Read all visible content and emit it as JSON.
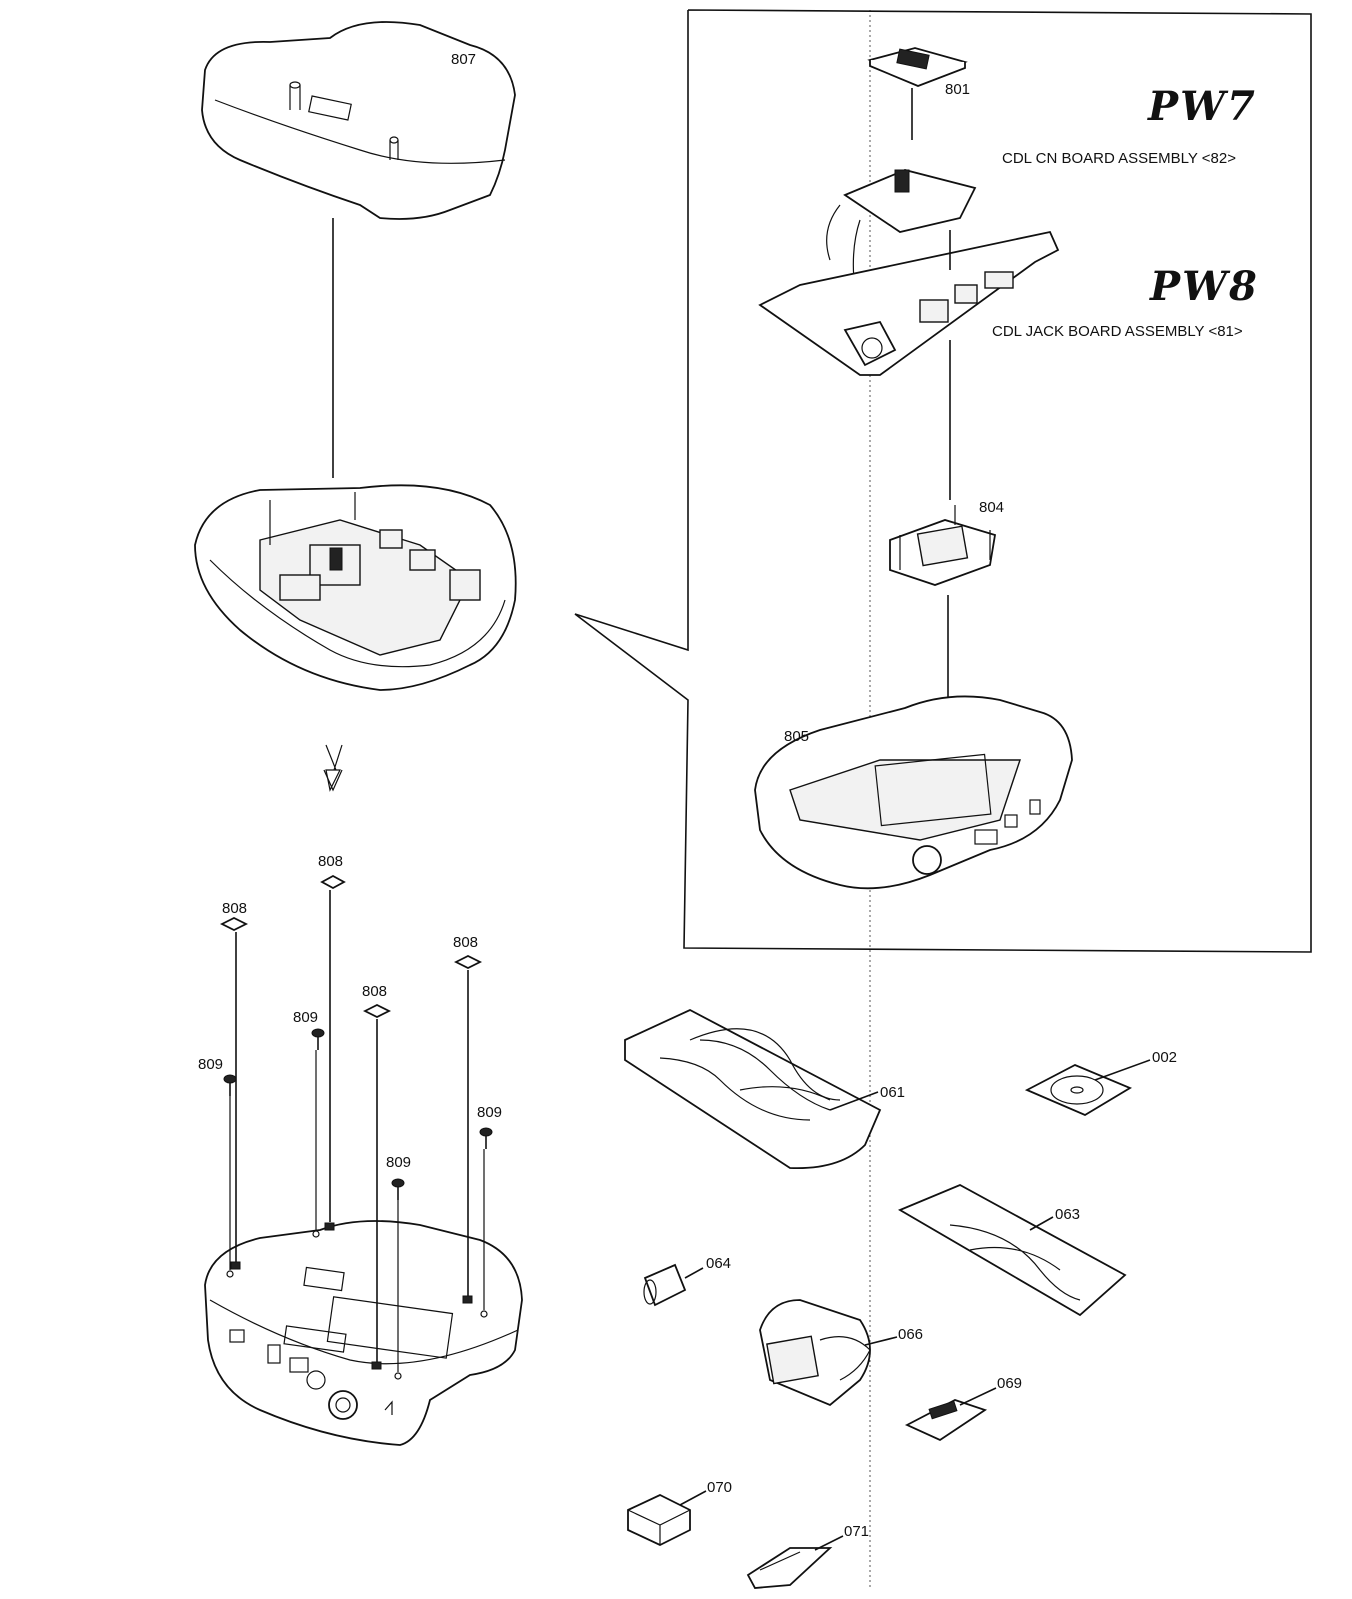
{
  "labels": {
    "p807": "807",
    "p801": "801",
    "p804": "804",
    "p805": "805",
    "p808a": "808",
    "p808b": "808",
    "p808c": "808",
    "p808d": "808",
    "p809a": "809",
    "p809b": "809",
    "p809c": "809",
    "p809d": "809",
    "p061": "061",
    "p002": "002",
    "p063": "063",
    "p064": "064",
    "p066": "066",
    "p069": "069",
    "p070": "070",
    "p071": "071"
  },
  "assemblies": {
    "pw7_code": "PW7",
    "pw7_name": "CDL CN BOARD ASSEMBLY <82>",
    "pw8_code": "PW8",
    "pw8_name": "CDL JACK  BOARD ASSEMBLY <81>"
  }
}
